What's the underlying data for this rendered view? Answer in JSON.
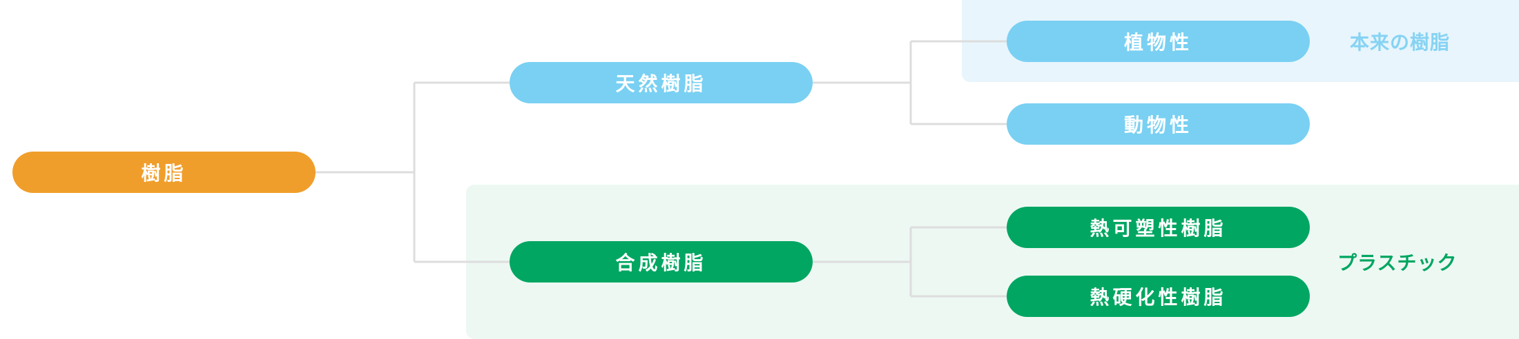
{
  "diagram": {
    "root": {
      "label": "樹脂",
      "color": "#f09e2b"
    },
    "branches": [
      {
        "label": "天然樹脂",
        "color": "#79d0f2",
        "children": [
          "植物性",
          "動物性"
        ],
        "group_label": "本来の樹脂",
        "group_label_color": "#86d3f3",
        "panel_color": "#e8f5fc"
      },
      {
        "label": "合成樹脂",
        "color": "#00a661",
        "children": [
          "熱可塑性樹脂",
          "熱硬化性樹脂"
        ],
        "group_label": "プラスチック",
        "group_label_color": "#00a661",
        "panel_color": "#edf8f3"
      }
    ],
    "connector_color": "#dddddd"
  }
}
